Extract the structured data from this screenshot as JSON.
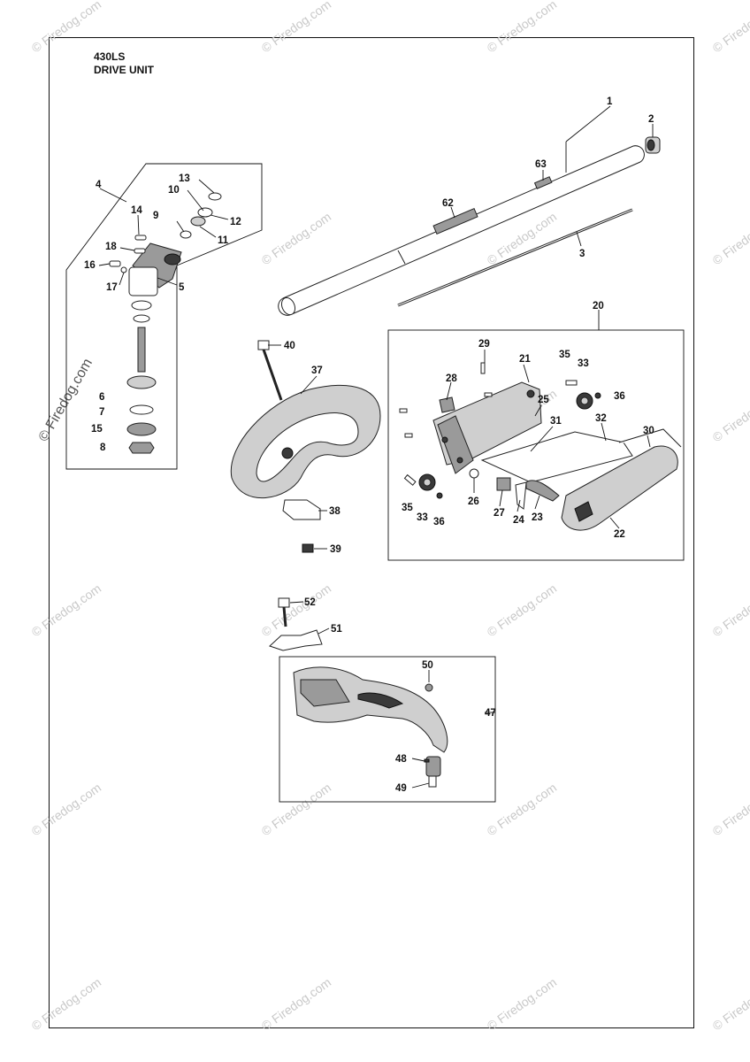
{
  "header": {
    "model": "430LS",
    "section": "DRIVE UNIT"
  },
  "watermark": {
    "text": "© Firedog.com"
  },
  "callouts": [
    "1",
    "2",
    "3",
    "4",
    "5",
    "6",
    "7",
    "8",
    "9",
    "10",
    "11",
    "12",
    "13",
    "14",
    "15",
    "16",
    "17",
    "18",
    "20",
    "21",
    "22",
    "23",
    "24",
    "25",
    "26",
    "27",
    "28",
    "29",
    "30",
    "31",
    "32",
    "33",
    "35",
    "36",
    "37",
    "38",
    "39",
    "40",
    "47",
    "48",
    "49",
    "50",
    "51",
    "52",
    "62",
    "63"
  ],
  "callout_33b": "33",
  "callout_35b": "35",
  "callout_36b": "36"
}
